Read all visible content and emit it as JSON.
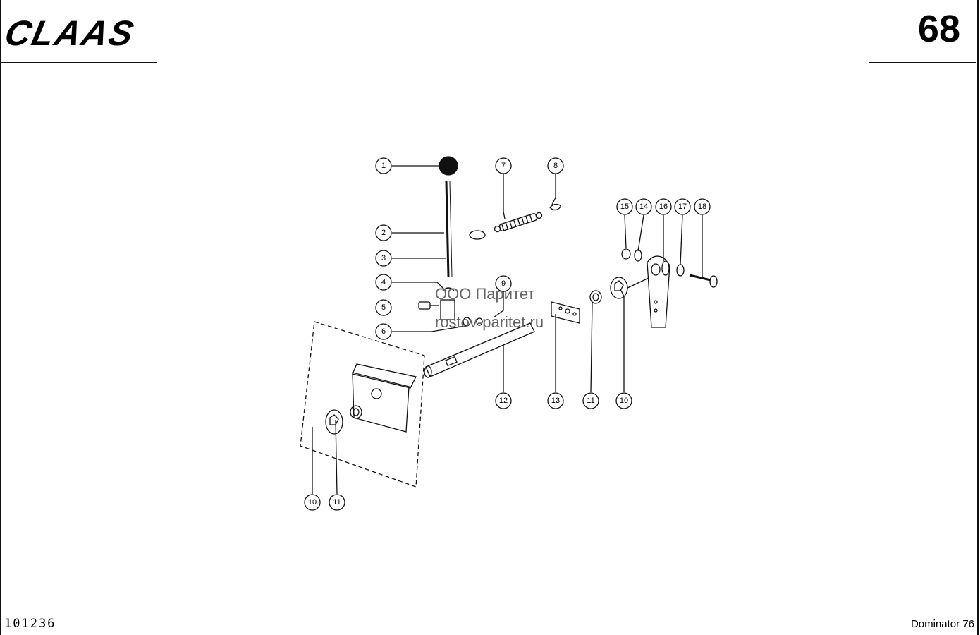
{
  "header": {
    "brand": "CLAAS",
    "page_number": "68"
  },
  "footer": {
    "document_code": "101236",
    "model": "Dominator 76"
  },
  "watermark": {
    "line1": "ООО Паритет",
    "line2": "rostov-paritet.ru"
  },
  "callouts": [
    "1",
    "2",
    "3",
    "4",
    "5",
    "6",
    "7",
    "8",
    "9",
    "15",
    "14",
    "16",
    "17",
    "18",
    "12",
    "13",
    "11",
    "10",
    "10",
    "11"
  ]
}
